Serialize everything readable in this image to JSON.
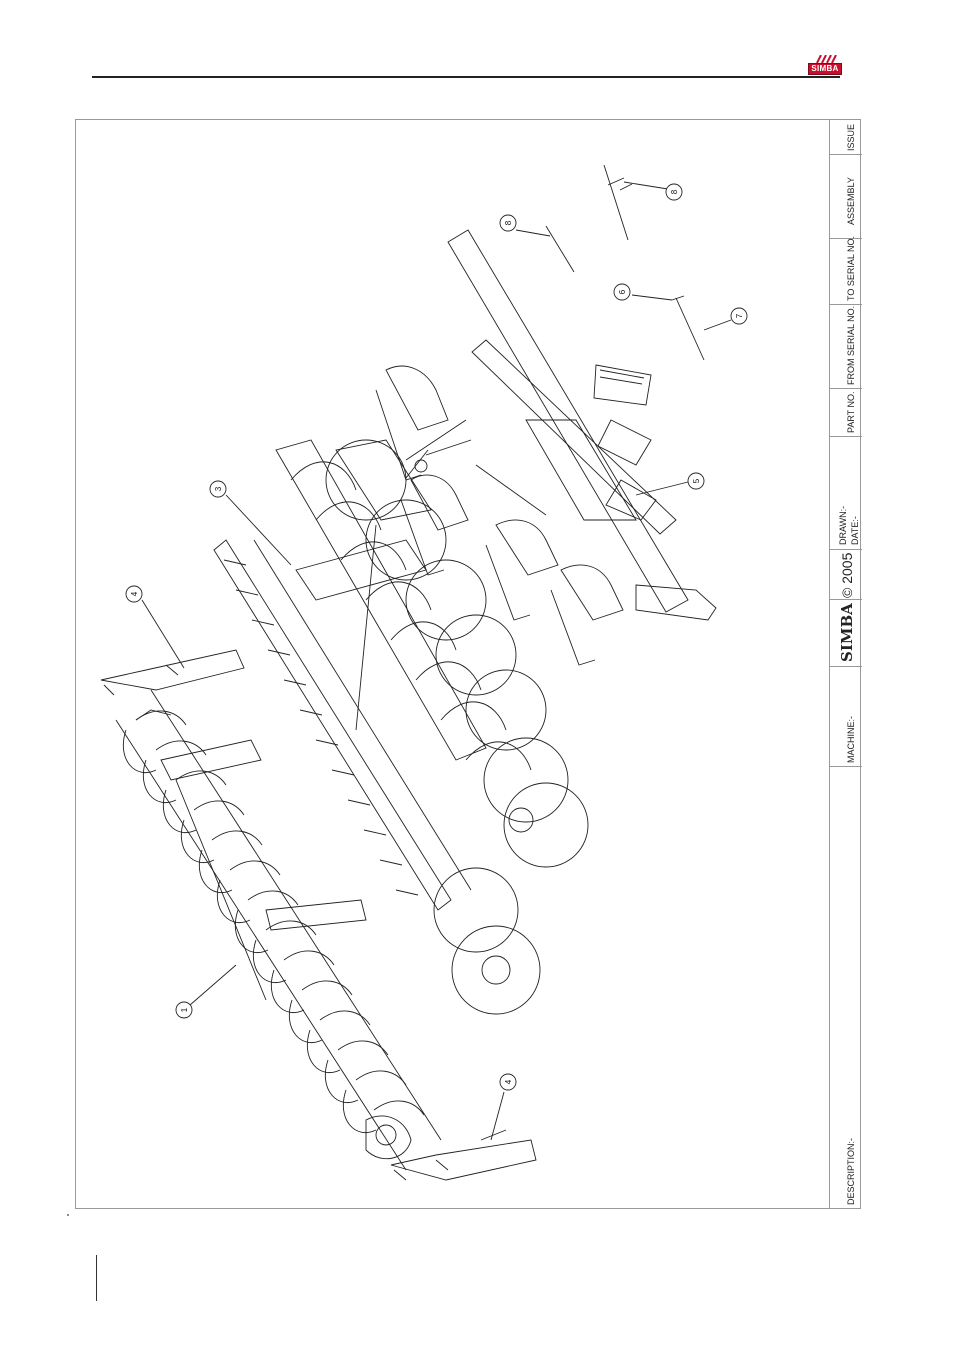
{
  "header": {
    "logo_text": "SIMBA",
    "brand_color": "#c8102e"
  },
  "title_block": {
    "issue": "ISSUE",
    "assembly": "ASSEMBLY",
    "to_serial": "TO SERIAL NO.",
    "from_serial": "FROM SERIAL NO.",
    "part_no": "PART NO.",
    "drawn": "DRAWN:-",
    "date": "DATE:-",
    "copyright": "© 2005",
    "logo": "SIMBA",
    "machine": "MACHINE:-",
    "description": "DESCRIPTION:-"
  },
  "callouts": [
    "1",
    "3",
    "4",
    "4",
    "5",
    "6",
    "7",
    "8",
    "8"
  ]
}
